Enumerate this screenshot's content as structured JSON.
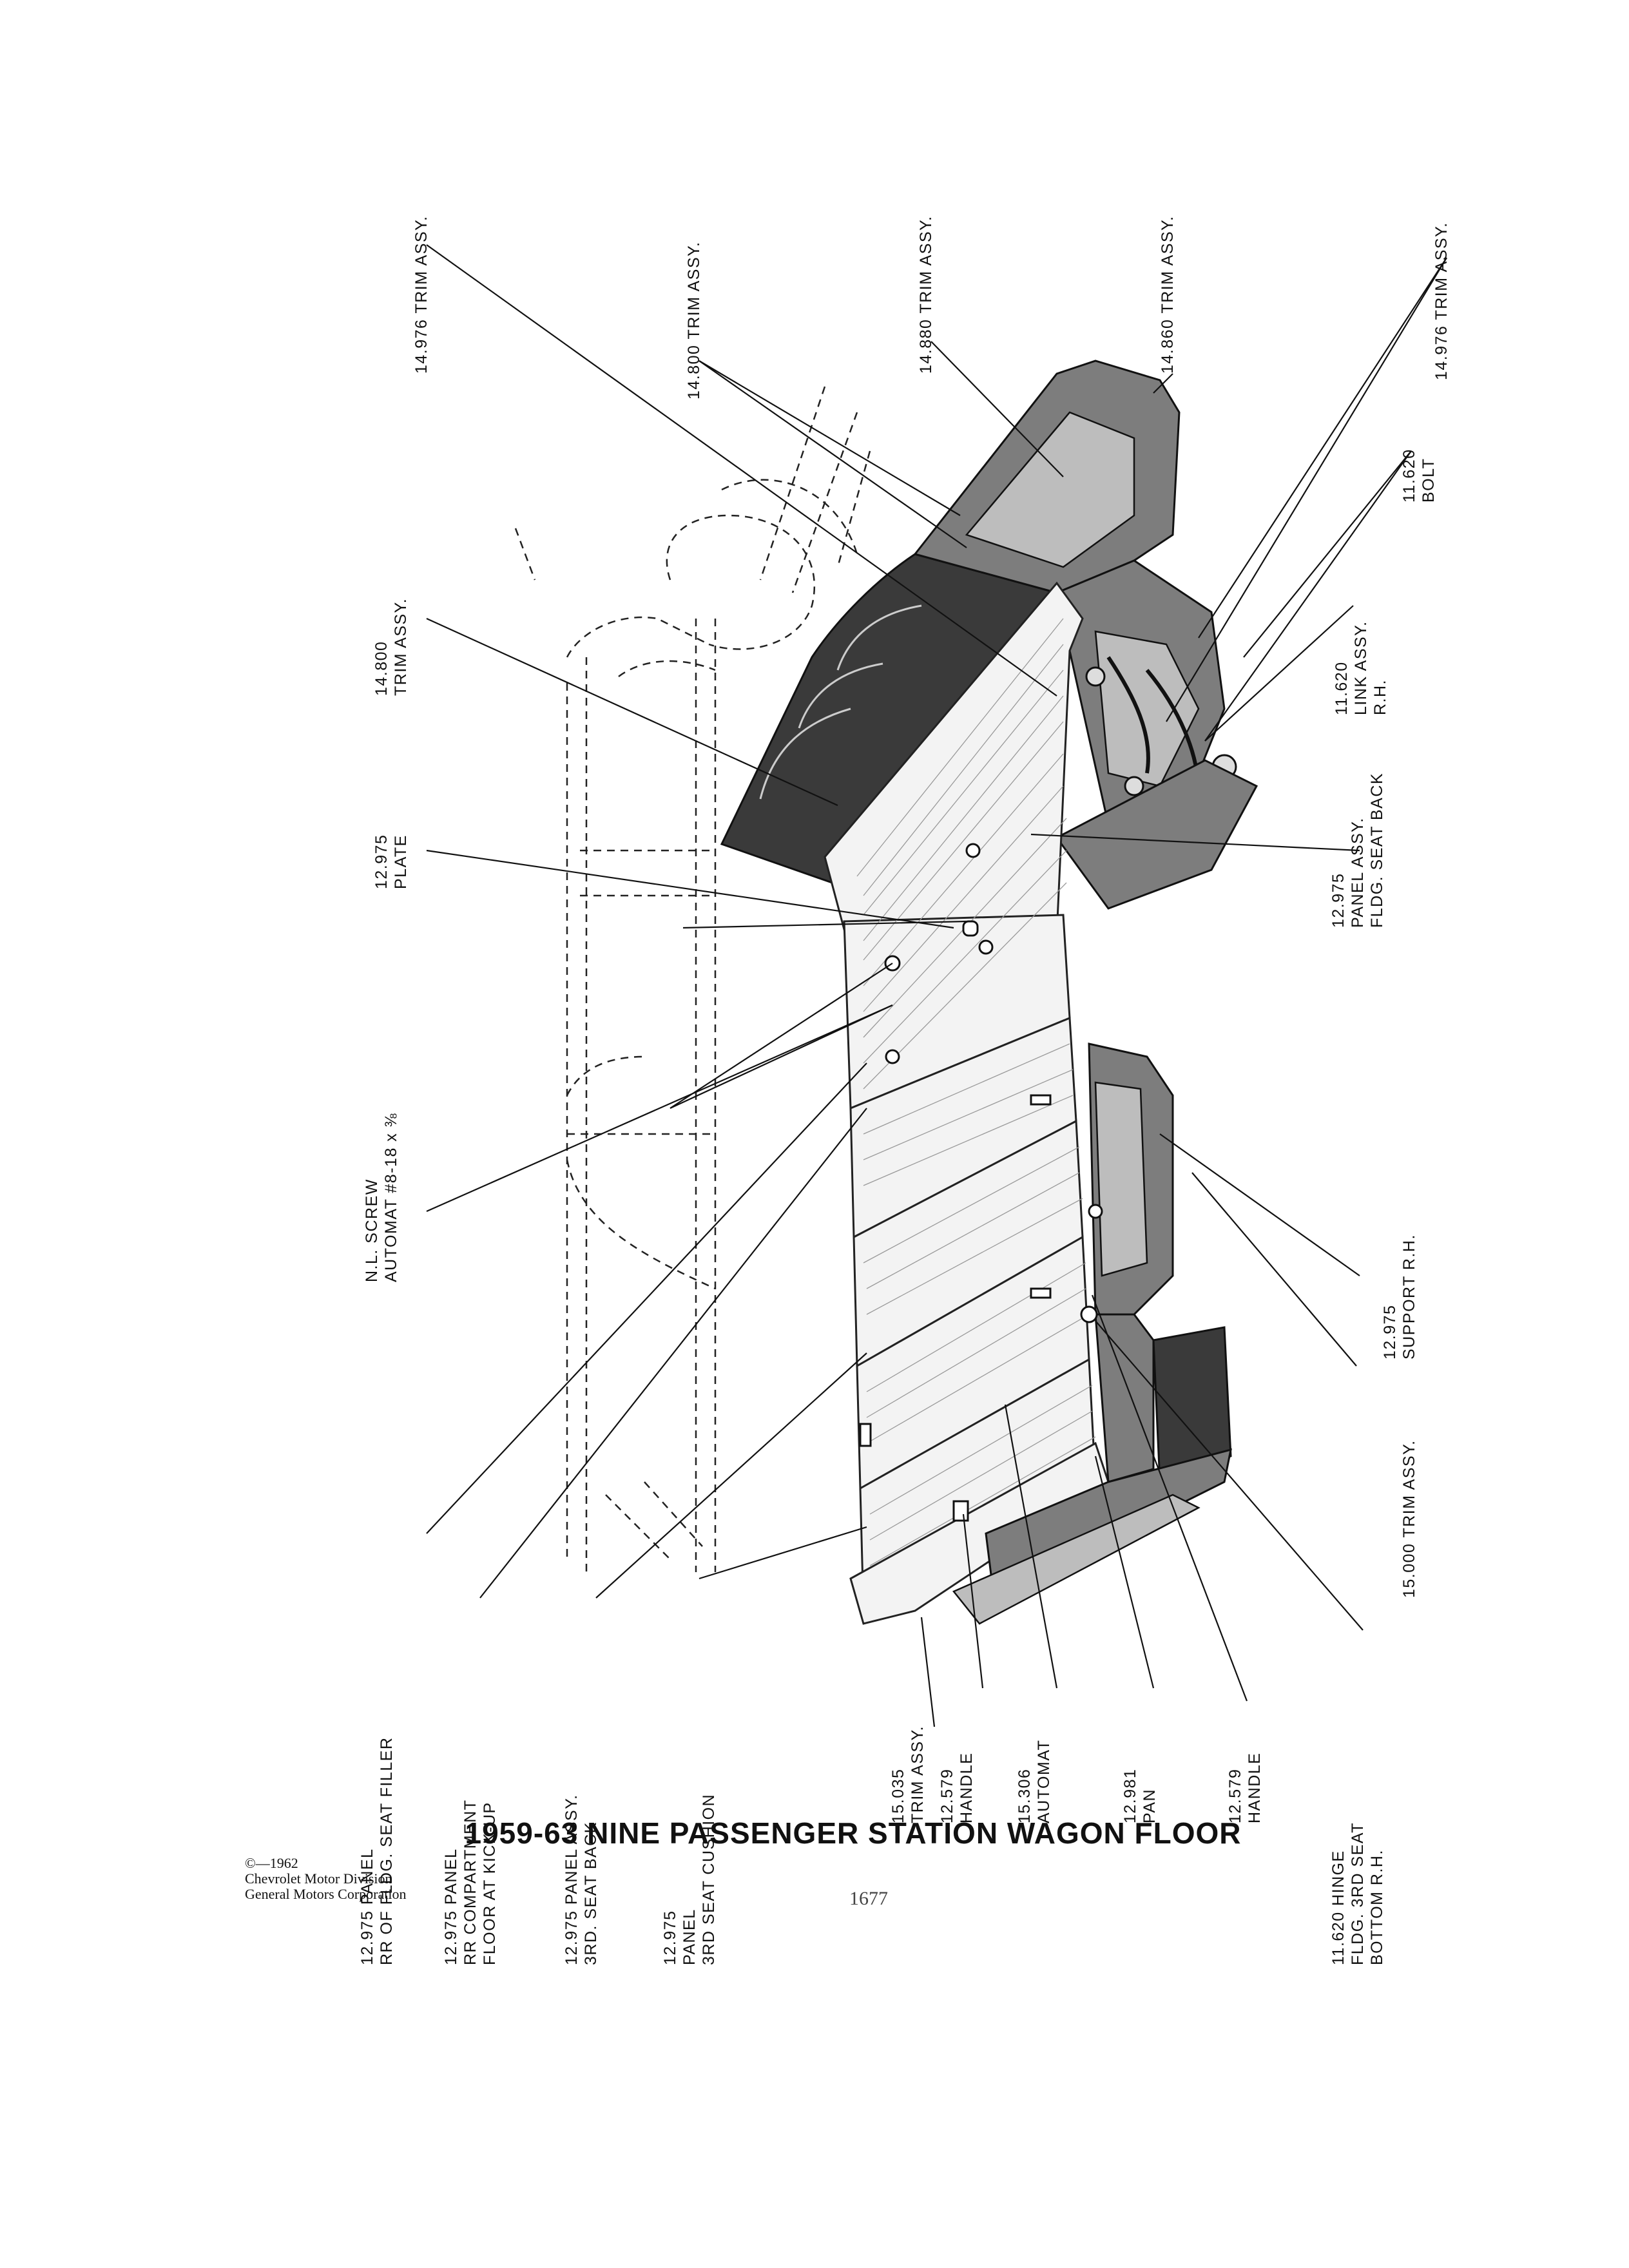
{
  "title": "1959-63 NINE PASSENGER STATION WAGON FLOOR",
  "copyright": {
    "line1": "©—1962",
    "line2": "Chevrolet Motor Division",
    "line3": "General Motors Corporation"
  },
  "page_number": "1677",
  "callouts": {
    "top_trim_14976_left": {
      "code": "14.976 TRIM ASSY."
    },
    "top_trim_14800": {
      "code": "14.800 TRIM ASSY."
    },
    "top_trim_14880": {
      "code": "14.880 TRIM ASSY."
    },
    "top_trim_14860": {
      "code": "14.860 TRIM ASSY."
    },
    "top_trim_14976_right": {
      "code": "14.976 TRIM ASSY."
    },
    "trim_14800_left": {
      "line1": "14.800",
      "line2": "TRIM ASSY."
    },
    "bolt_11620": {
      "line1": "11.620",
      "line2": "BOLT"
    },
    "link_11620": {
      "line1": "11.620",
      "line2": "LINK ASSY.",
      "line3": "R.H."
    },
    "plate_12975": {
      "line1": "12.975",
      "line2": "PLATE"
    },
    "panel_fldg_seat_back": {
      "line1": "12.975",
      "line2": "PANEL ASSY.",
      "line3": "FLDG. SEAT BACK"
    },
    "nl_screw": {
      "line1": "N.L. SCREW",
      "line2": "AUTOMAT #8-18 x ⅜"
    },
    "support_rh": {
      "line1": "12.975",
      "line2": "SUPPORT R.H."
    },
    "trim_15000": {
      "code": "15.000 TRIM ASSY."
    },
    "panel_rr_fldg": {
      "line1": "12.975 PANEL",
      "line2": "RR OF FLDG. SEAT FILLER"
    },
    "panel_rr_compartment": {
      "line1": "12.975 PANEL",
      "line2": "RR COMPARTMENT",
      "line3": "FLOOR AT KICK-UP"
    },
    "panel_3rd_seat_back": {
      "line1": "12.975 PANEL ASSY.",
      "line2": "3RD. SEAT BACK"
    },
    "panel_3rd_seat_cushion": {
      "line1": "12.975",
      "line2": "PANEL",
      "line3": "3RD SEAT CUSHION"
    },
    "trim_15035": {
      "line1": "15.035",
      "line2": "TRIM ASSY."
    },
    "handle_12579_a": {
      "line1": "12.579",
      "line2": "HANDLE"
    },
    "automat_15306": {
      "line1": "15.306",
      "line2": "AUTOMAT"
    },
    "pan_12981": {
      "line1": "12.981",
      "line2": "PAN"
    },
    "handle_12579_b": {
      "line1": "12.579",
      "line2": "HANDLE"
    },
    "hinge_11620": {
      "line1": "11.620 HINGE",
      "line2": "FLDG. 3RD SEAT",
      "line3": "BOTTOM R.H."
    }
  }
}
